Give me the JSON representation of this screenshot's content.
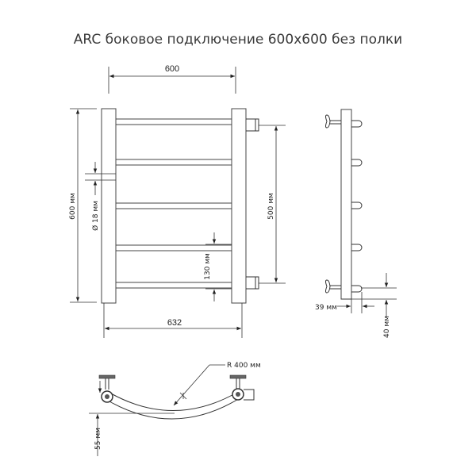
{
  "title": "ARC боковое подключение 600x600 без полки",
  "front_view": {
    "width_label": "600",
    "height_label": "600 мм",
    "diameter_label": "Ø 18 мм",
    "bar_spacing_label": "130 мм",
    "connection_distance_label": "500 мм",
    "overall_width_label": "632",
    "bar_count": 5
  },
  "side_view": {
    "wall_offset_label": "39 мм",
    "bottom_offset_label": "40 мм"
  },
  "top_view": {
    "radius_label": "R 400 мм",
    "depth_label": "55 мм"
  },
  "colors": {
    "line": "#333333",
    "text": "#222222",
    "background": "#ffffff"
  }
}
